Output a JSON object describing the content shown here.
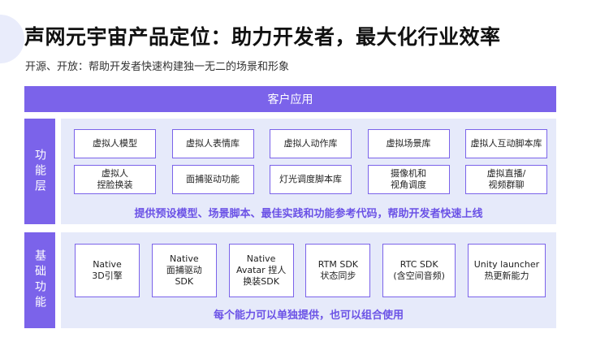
{
  "title": "声网元宇宙产品定位：助力开发者，最大化行业效率",
  "subtitle": "开源、开放：帮助开发者快速构建独一无二的场景和形象",
  "client_layer": {
    "label": "客户应用"
  },
  "function_layer": {
    "label": "功能层",
    "items": [
      "虚拟人模型",
      "虚拟人表情库",
      "虚拟人动作库",
      "虚拟场景库",
      "虚拟人互动脚本库",
      "虚拟人\n捏脸换装",
      "面捕驱动功能",
      "灯光调度脚本库",
      "摄像机和\n视角调度",
      "虚拟直播/\n视频群聊"
    ],
    "note": "提供预设模型、场景脚本、最佳实践和功能参考代码，帮助开发者快速上线"
  },
  "base_layer": {
    "label": "基础功能",
    "items": [
      "Native\n3D引擎",
      "Native\n面捕驱动\nSDK",
      "Native\nAvatar 捏人\n换装SDK",
      "RTM SDK\n状态同步",
      "RTC SDK\n(含空间音频)",
      "Unity launcher\n热更新能力"
    ],
    "note": "每个能力可以单独提供，也可以组合使用"
  },
  "colors": {
    "accent": "#7b63ea",
    "panel": "#e6eafa",
    "note_text": "#6b52e6"
  }
}
